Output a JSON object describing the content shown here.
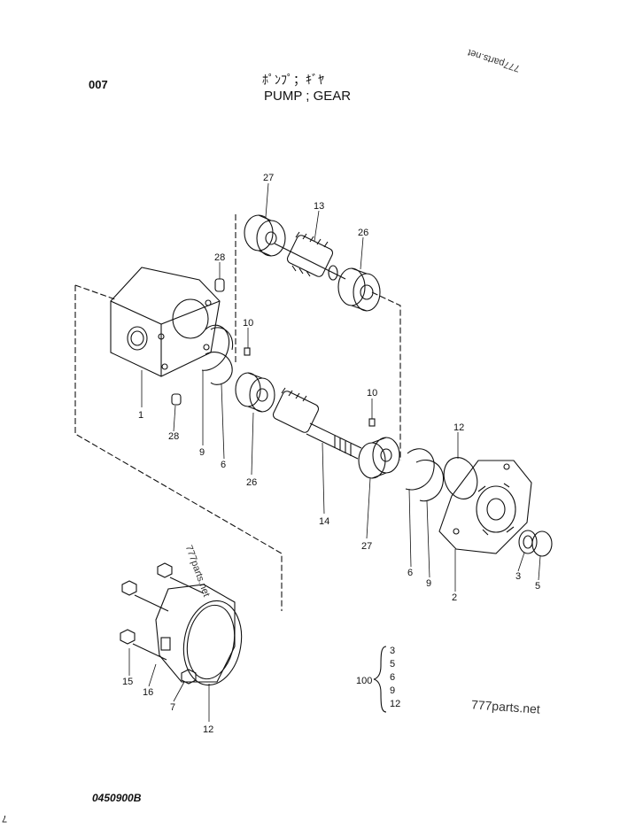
{
  "header": {
    "page_number": "007",
    "title_jp": "ﾎﾟﾝﾌﾟ；ｷﾞﾔ",
    "title_en": "PUMP ; GEAR"
  },
  "watermarks": {
    "top": "777parts.net",
    "middle": "777parts.net",
    "bottom": "777parts.net"
  },
  "callouts": {
    "c27a": "27",
    "c13": "13",
    "c26a": "26",
    "c28a": "28",
    "c10a": "10",
    "c1": "1",
    "c28b": "28",
    "c9a": "9",
    "c6a": "6",
    "c26b": "26",
    "c10b": "10",
    "c14": "14",
    "c27b": "27",
    "c12a": "12",
    "c6b": "6",
    "c9b": "9",
    "c2": "2",
    "c3": "3",
    "c5": "5",
    "c15": "15",
    "c16": "16",
    "c7": "7",
    "c12b": "12"
  },
  "kit": {
    "number": "100",
    "items": [
      "3",
      "5",
      "6",
      "9",
      "12"
    ]
  },
  "footer": {
    "drawing_code": "0450900B",
    "corner_mark": "7"
  }
}
